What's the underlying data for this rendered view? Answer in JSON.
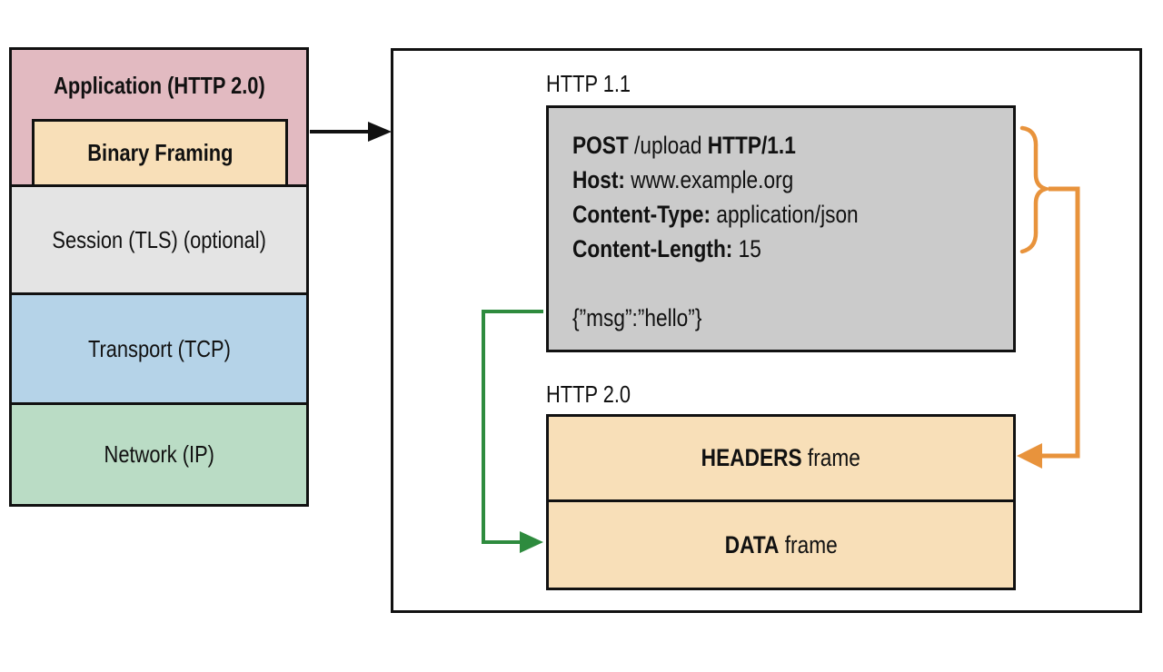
{
  "stack": {
    "layers": [
      {
        "label": "Application (HTTP 2.0)"
      },
      {
        "label": "Binary Framing"
      },
      {
        "label": "Session (TLS) (optional)"
      },
      {
        "label": "Transport (TCP)"
      },
      {
        "label": "Network (IP)"
      }
    ]
  },
  "http1": {
    "label": "HTTP 1.1",
    "request": {
      "method": "POST",
      "path": " /upload ",
      "version": "HTTP/1.1",
      "host_key": "Host:",
      "host_value": " www.example.org",
      "content_type_key": "Content-Type:",
      "content_type_value": " application/json",
      "content_length_key": "Content-Length:",
      "content_length_value": " 15",
      "body": "{”msg”:”hello”}"
    }
  },
  "http2": {
    "label": "HTTP 2.0",
    "frames": [
      {
        "name": "HEADERS",
        "suffix": " frame"
      },
      {
        "name": "DATA",
        "suffix": " frame"
      }
    ]
  },
  "colors": {
    "application_fill": "#e2bac1",
    "binary_framing_fill": "#f8dfb8",
    "session_fill": "#e4e4e4",
    "transport_fill": "#b5d3e8",
    "network_fill": "#badcc5",
    "request_box_fill": "#cbcbcb",
    "frame_fill": "#f8dfb8",
    "headers_arrow": "#e8933c",
    "data_arrow": "#2e8b3e",
    "stroke": "#111111"
  }
}
